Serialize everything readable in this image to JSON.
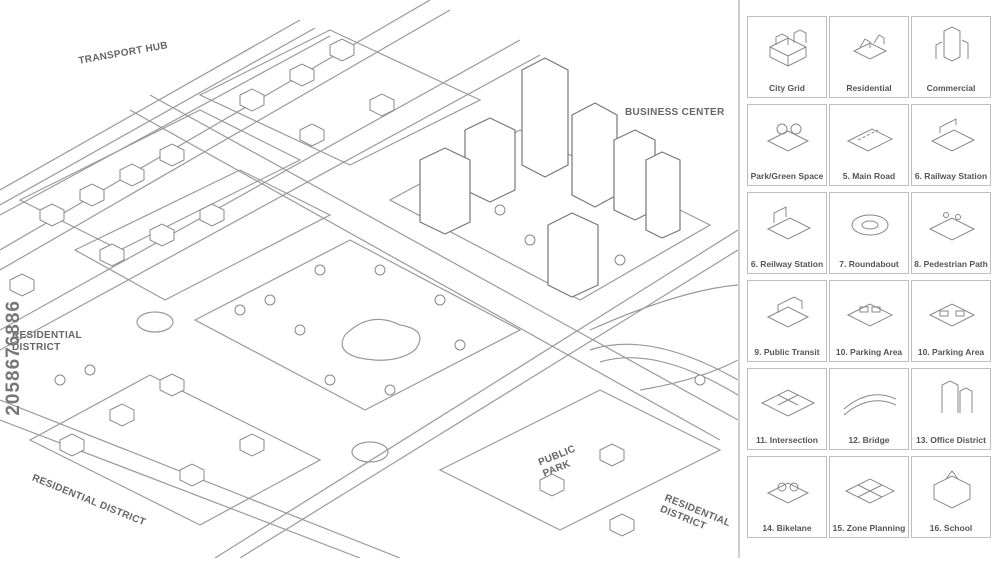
{
  "map": {
    "labels": {
      "transport_hub": "TRANSPORT HUB",
      "business_center": "BUSINESS CENTER",
      "residential_district_left_1": "RESIDENTIAL",
      "residential_district_left_2": "DISTRICT",
      "residential_district_bottom": "RESIDENTIAL DISTRICT",
      "public_park_1": "PUBLIC",
      "public_park_2": "PARK",
      "residential_district_right_1": "RESIDENTIAL",
      "residential_district_right_2": "DISTRICT"
    },
    "stock_id": "2058676886"
  },
  "legend": {
    "tiles": [
      {
        "caption": "City Grid",
        "icon": "city-grid-icon"
      },
      {
        "caption": "Residential",
        "icon": "residential-icon"
      },
      {
        "caption": "Commercial",
        "icon": "commercial-icon"
      },
      {
        "caption": "Park/Green Space",
        "icon": "park-icon"
      },
      {
        "caption": "5. Main Road",
        "icon": "main-road-icon"
      },
      {
        "caption": "6. Railway Station",
        "icon": "railway-station-icon"
      },
      {
        "caption": "6. Reilway Station",
        "icon": "railway-station-2-icon"
      },
      {
        "caption": "7. Roundabout",
        "icon": "roundabout-icon"
      },
      {
        "caption": "8. Pedestrian Path",
        "icon": "pedestrian-path-icon"
      },
      {
        "caption": "9. Public Transit",
        "icon": "public-transit-icon"
      },
      {
        "caption": "10. Parking Area",
        "icon": "parking-area-icon"
      },
      {
        "caption": "10. Parking Area",
        "icon": "parking-area-2-icon"
      },
      {
        "caption": "11. Intersection",
        "icon": "intersection-icon"
      },
      {
        "caption": "12. Bridge",
        "icon": "bridge-icon"
      },
      {
        "caption": "13. Office District",
        "icon": "office-district-icon"
      },
      {
        "caption": "14. Bikelane",
        "icon": "bikelane-icon"
      },
      {
        "caption": "15. Zone Planning",
        "icon": "zone-planning-icon"
      },
      {
        "caption": "16. School",
        "icon": "school-icon"
      }
    ]
  }
}
